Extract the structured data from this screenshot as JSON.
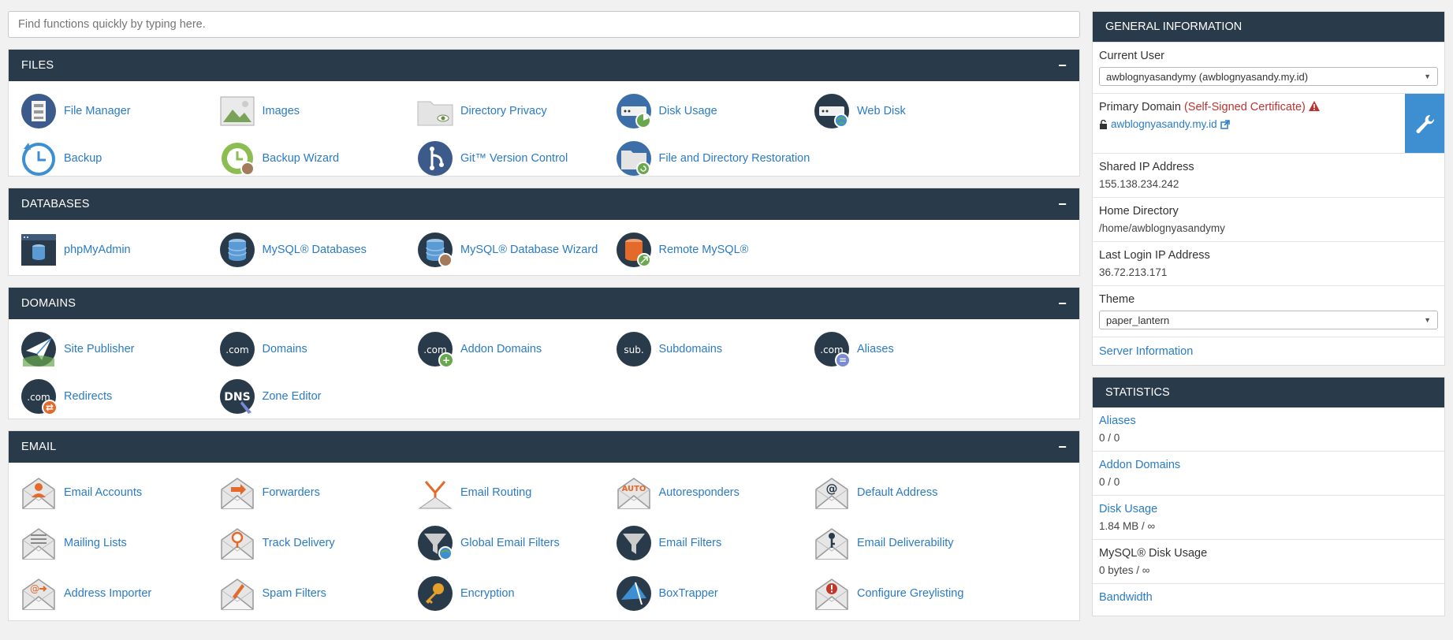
{
  "search": {
    "placeholder": "Find functions quickly by typing here."
  },
  "files": {
    "title": "FILES",
    "collapse": "−",
    "items": [
      {
        "label": "File Manager",
        "icon": "file-manager-icon"
      },
      {
        "label": "Images",
        "icon": "images-icon"
      },
      {
        "label": "Directory Privacy",
        "icon": "directory-privacy-icon"
      },
      {
        "label": "Disk Usage",
        "icon": "disk-usage-icon"
      },
      {
        "label": "Web Disk",
        "icon": "web-disk-icon"
      },
      {
        "label": "Backup",
        "icon": "backup-icon"
      },
      {
        "label": "Backup Wizard",
        "icon": "backup-wizard-icon"
      },
      {
        "label": "Git™ Version Control",
        "icon": "git-icon"
      },
      {
        "label": "File and Directory Restoration",
        "icon": "file-restore-icon"
      }
    ]
  },
  "databases": {
    "title": "DATABASES",
    "collapse": "−",
    "items": [
      {
        "label": "phpMyAdmin",
        "icon": "phpmyadmin-icon"
      },
      {
        "label": "MySQL® Databases",
        "icon": "mysql-databases-icon"
      },
      {
        "label": "MySQL® Database Wizard",
        "icon": "mysql-wizard-icon"
      },
      {
        "label": "Remote MySQL®",
        "icon": "remote-mysql-icon"
      }
    ]
  },
  "domains": {
    "title": "DOMAINS",
    "collapse": "−",
    "items": [
      {
        "label": "Site Publisher",
        "icon": "site-publisher-icon"
      },
      {
        "label": "Domains",
        "icon": "domains-icon"
      },
      {
        "label": "Addon Domains",
        "icon": "addon-domains-icon"
      },
      {
        "label": "Subdomains",
        "icon": "subdomains-icon"
      },
      {
        "label": "Aliases",
        "icon": "aliases-icon"
      },
      {
        "label": "Redirects",
        "icon": "redirects-icon"
      },
      {
        "label": "Zone Editor",
        "icon": "zone-editor-icon"
      }
    ]
  },
  "email": {
    "title": "EMAIL",
    "collapse": "−",
    "items": [
      {
        "label": "Email Accounts",
        "icon": "email-accounts-icon"
      },
      {
        "label": "Forwarders",
        "icon": "forwarders-icon"
      },
      {
        "label": "Email Routing",
        "icon": "email-routing-icon"
      },
      {
        "label": "Autoresponders",
        "icon": "autoresponders-icon"
      },
      {
        "label": "Default Address",
        "icon": "default-address-icon"
      },
      {
        "label": "Mailing Lists",
        "icon": "mailing-lists-icon"
      },
      {
        "label": "Track Delivery",
        "icon": "track-delivery-icon"
      },
      {
        "label": "Global Email Filters",
        "icon": "global-email-filters-icon"
      },
      {
        "label": "Email Filters",
        "icon": "email-filters-icon"
      },
      {
        "label": "Email Deliverability",
        "icon": "email-deliverability-icon"
      },
      {
        "label": "Address Importer",
        "icon": "address-importer-icon"
      },
      {
        "label": "Spam Filters",
        "icon": "spam-filters-icon"
      },
      {
        "label": "Encryption",
        "icon": "encryption-icon"
      },
      {
        "label": "BoxTrapper",
        "icon": "boxtrapper-icon"
      },
      {
        "label": "Configure Greylisting",
        "icon": "greylisting-icon"
      }
    ]
  },
  "general": {
    "title": "GENERAL INFORMATION",
    "current_user_label": "Current User",
    "current_user_value": "awblognyasandymy (awblognyasandy.my.id)",
    "primary_domain_label": "Primary Domain",
    "primary_domain_warning": "(Self-Signed Certificate)",
    "primary_domain_value": "awblognyasandy.my.id",
    "shared_ip_label": "Shared IP Address",
    "shared_ip_value": "155.138.234.242",
    "home_dir_label": "Home Directory",
    "home_dir_value": "/home/awblognyasandymy",
    "last_login_label": "Last Login IP Address",
    "last_login_value": "36.72.213.171",
    "theme_label": "Theme",
    "theme_value": "paper_lantern",
    "server_info_link": "Server Information"
  },
  "statistics": {
    "title": "STATISTICS",
    "items": [
      {
        "label": "Aliases",
        "value": "0 / 0",
        "link": true
      },
      {
        "label": "Addon Domains",
        "value": "0 / 0",
        "link": true
      },
      {
        "label": "Disk Usage",
        "value": "1.84 MB / ∞",
        "link": true
      },
      {
        "label": "MySQL® Disk Usage",
        "value": "0 bytes / ∞",
        "link": false
      },
      {
        "label": "Bandwidth",
        "value": "",
        "link": true
      }
    ]
  },
  "colors": {
    "header": "#293a4a",
    "link": "#2a7bc5",
    "accent": "#3d8fd1",
    "warning": "#b33333"
  }
}
